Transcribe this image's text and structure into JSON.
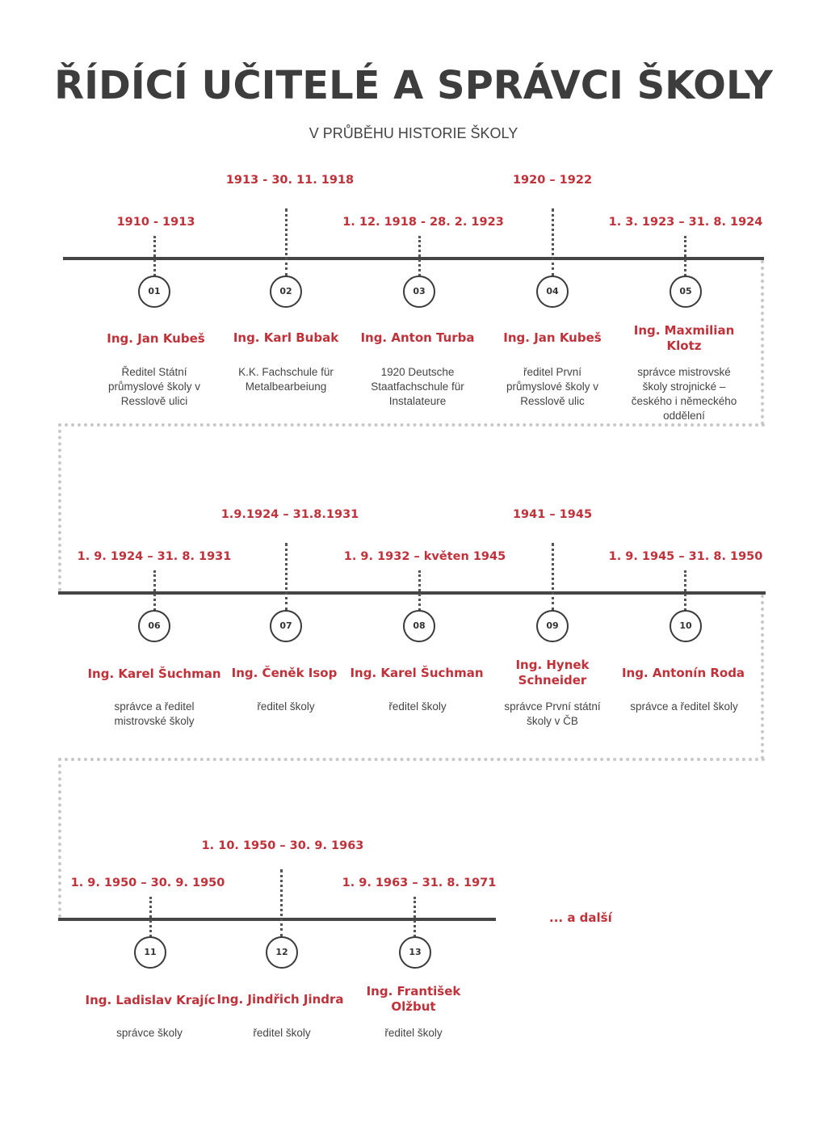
{
  "title": "ŘÍDÍCÍ UČITELÉ A SPRÁVCI ŠKOLY",
  "subtitle": "V PRŮBĚHU HISTORIE ŠKOLY",
  "colors": {
    "accent": "#c0313a",
    "line": "#454545",
    "connector": "#c8c8c8"
  },
  "entries": [
    {
      "number": "01",
      "dates": "1910 - 1913",
      "name": "Ing. Jan Kubeš",
      "description": "Ředitel Státní průmyslové školy v Resslově ulici"
    },
    {
      "number": "02",
      "dates": "1913 - 30. 11. 1918",
      "name": "Ing. Karl Bubak",
      "description": "K.K. Fachschule für Metalbearbeiung"
    },
    {
      "number": "03",
      "dates": "1. 12. 1918 - 28. 2. 1923",
      "name": "Ing. Anton Turba",
      "description": "1920 Deutsche Staatfachschule für Instalateure"
    },
    {
      "number": "04",
      "dates": "1920 – 1922",
      "name": "Ing. Jan Kubeš",
      "description": "ředitel První průmyslové školy v Resslově ulic"
    },
    {
      "number": "05",
      "dates": "1. 3. 1923 – 31. 8. 1924",
      "name": "Ing. Maxmilian Klotz",
      "description": "správce mistrovské školy strojnické – českého i německého oddělení"
    },
    {
      "number": "06",
      "dates": "1. 9. 1924 – 31. 8. 1931",
      "name": "Ing. Karel Šuchman",
      "description": "správce a ředitel mistrovské školy"
    },
    {
      "number": "07",
      "dates": "1.9.1924 – 31.8.1931",
      "name": "Ing. Čeněk Isop",
      "description": "ředitel školy"
    },
    {
      "number": "08",
      "dates": "1. 9. 1932 – květen 1945",
      "name": "Ing. Karel Šuchman",
      "description": "ředitel školy"
    },
    {
      "number": "09",
      "dates": "1941 – 1945",
      "name": "Ing. Hynek Schneider",
      "description": "správce První státní školy v ČB"
    },
    {
      "number": "10",
      "dates": "1. 9. 1945 – 31. 8. 1950",
      "name": "Ing. Antonín Roda",
      "description": "správce a ředitel školy"
    },
    {
      "number": "11",
      "dates": "1. 9. 1950 – 30. 9. 1950",
      "name": "Ing. Ladislav Krajíc",
      "description": "správce školy"
    },
    {
      "number": "12",
      "dates": "1. 10. 1950 – 30. 9. 1963",
      "name": "Ing. Jindřich Jindra",
      "description": "ředitel školy"
    },
    {
      "number": "13",
      "dates": "1. 9. 1963 – 31. 8. 1971",
      "name": "Ing. František Olžbut",
      "description": "ředitel školy"
    }
  ],
  "more_label": "... a další"
}
